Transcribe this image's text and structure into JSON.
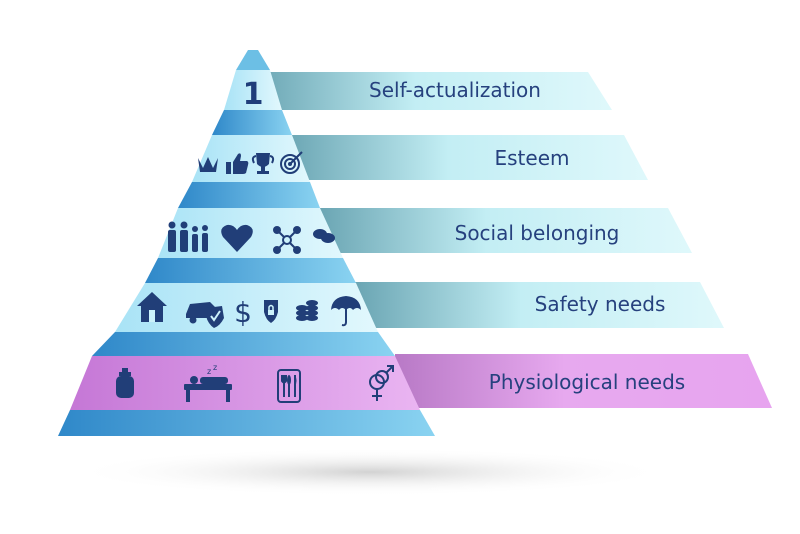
{
  "pyramid": {
    "apex_number": "1",
    "levels": [
      {
        "label": "Self-actualization",
        "icons": [
          "number-one-icon"
        ]
      },
      {
        "label": "Esteem",
        "icons": [
          "crown-icon",
          "thumbs-up-icon",
          "trophy-icon",
          "target-icon"
        ]
      },
      {
        "label": "Social belonging",
        "icons": [
          "family-icon",
          "heart-icon",
          "network-icon",
          "chat-bubbles-icon"
        ]
      },
      {
        "label": "Safety needs",
        "icons": [
          "house-icon",
          "car-shield-icon",
          "dollar-icon",
          "lock-shield-icon",
          "coins-icon",
          "umbrella-icon"
        ]
      },
      {
        "label": "Physiological needs",
        "icons": [
          "bottle-icon",
          "sleeping-bed-icon",
          "food-icon",
          "gender-icon"
        ]
      }
    ],
    "colors": {
      "level_light": "#ccf2fb",
      "level_stripe": "#5bb2e0",
      "physiological": "#df97ea",
      "text": "#26417e",
      "icon": "#213e78"
    }
  }
}
